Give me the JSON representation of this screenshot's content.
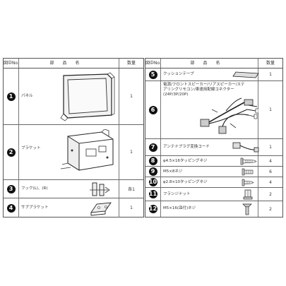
{
  "left_table": {
    "header": {
      "no": "図中No.",
      "name": "部品名",
      "qty": "数量"
    },
    "rows": [
      {
        "no": "1",
        "name": "パネル",
        "qty": "1"
      },
      {
        "no": "2",
        "name": "ブラケット",
        "qty": "1"
      },
      {
        "no": "3",
        "name": "フック(L)、(R)",
        "qty": "各1"
      },
      {
        "no": "4",
        "name": "サブブラケット",
        "qty": "1"
      }
    ]
  },
  "right_table": {
    "header": {
      "no": "図中No.",
      "name": "部品名",
      "qty": "数量"
    },
    "rows": [
      {
        "no": "5",
        "name": "クッションテープ",
        "qty": "1"
      },
      {
        "no": "6",
        "name": "電源/フロントスピーカー/リアスピーカー/ステアリングリモコン/車速用配線コネクター(24P/3P/20P)",
        "qty": "1"
      },
      {
        "no": "7",
        "name": "アンテナプラグ変換コード",
        "qty": "1"
      },
      {
        "no": "8",
        "name": "φ4.5×16タッピングネジ",
        "qty": "4"
      },
      {
        "no": "9",
        "name": "M5×8ネジ",
        "qty": "6"
      },
      {
        "no": "10",
        "name": "φ2.8×10タッピングネジ",
        "qty": "4"
      },
      {
        "no": "11",
        "name": "フランジナット",
        "qty": "2"
      },
      {
        "no": "12",
        "name": "M5×16(皿付)ネジ",
        "qty": "2"
      }
    ]
  },
  "icons": {
    "panel": "panel-drawing-icon",
    "bracket": "bracket-drawing-icon",
    "hook": "hook-drawing-icon",
    "sub_bracket": "sub-bracket-drawing-icon",
    "cushion": "cushion-tape-drawing-icon",
    "harness": "wire-harness-drawing-icon",
    "antenna": "antenna-cord-drawing-icon",
    "screw": "screw-drawing-icon",
    "nut": "flange-nut-drawing-icon"
  }
}
